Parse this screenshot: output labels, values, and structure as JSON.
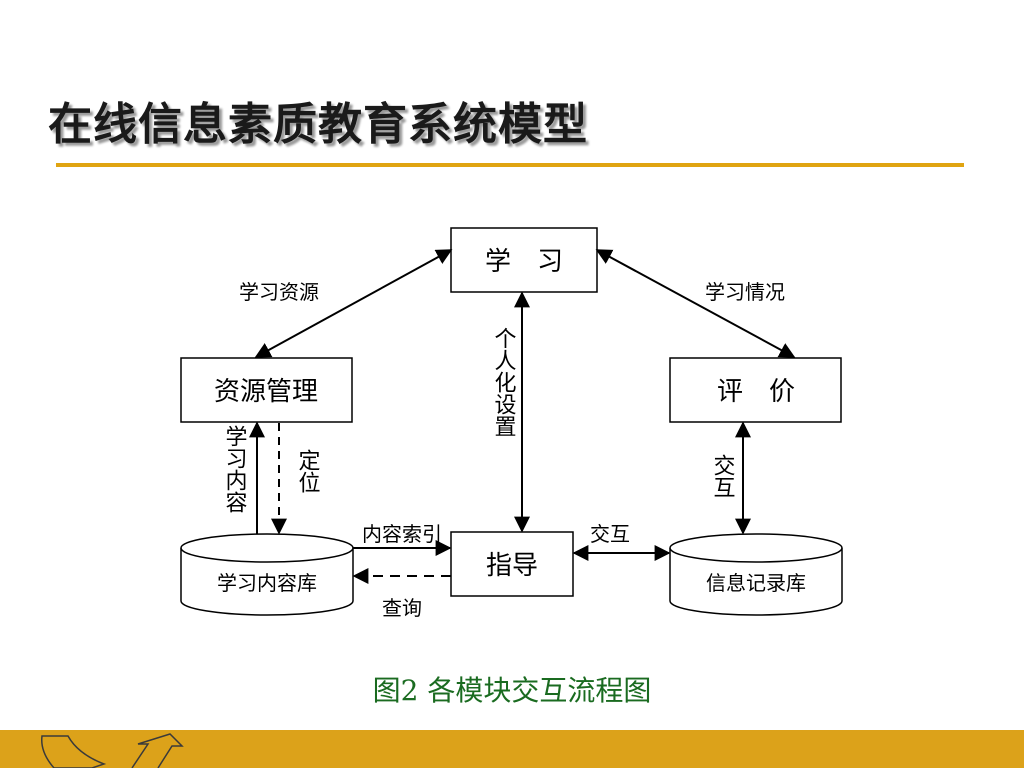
{
  "slide": {
    "title": "在线信息素质教育系统模型"
  },
  "diagram": {
    "nodes": {
      "learn": "学　习",
      "resource_mgmt": "资源管理",
      "evaluate": "评　价",
      "guide": "指导",
      "content_db": "学习内容库",
      "record_db": "信息记录库"
    },
    "edges": {
      "learning_resources": "学习资源",
      "learning_status": "学习情况",
      "personalization": "个人化设置",
      "learning_content": "学习内容",
      "locate": "定位",
      "interact_right": "交互",
      "content_index": "内容索引",
      "query": "查询",
      "interact_bottom": "交互"
    }
  },
  "caption": "图2  各模块交互流程图",
  "colors": {
    "accent": "#dca21a",
    "caption": "#1a6b20"
  }
}
